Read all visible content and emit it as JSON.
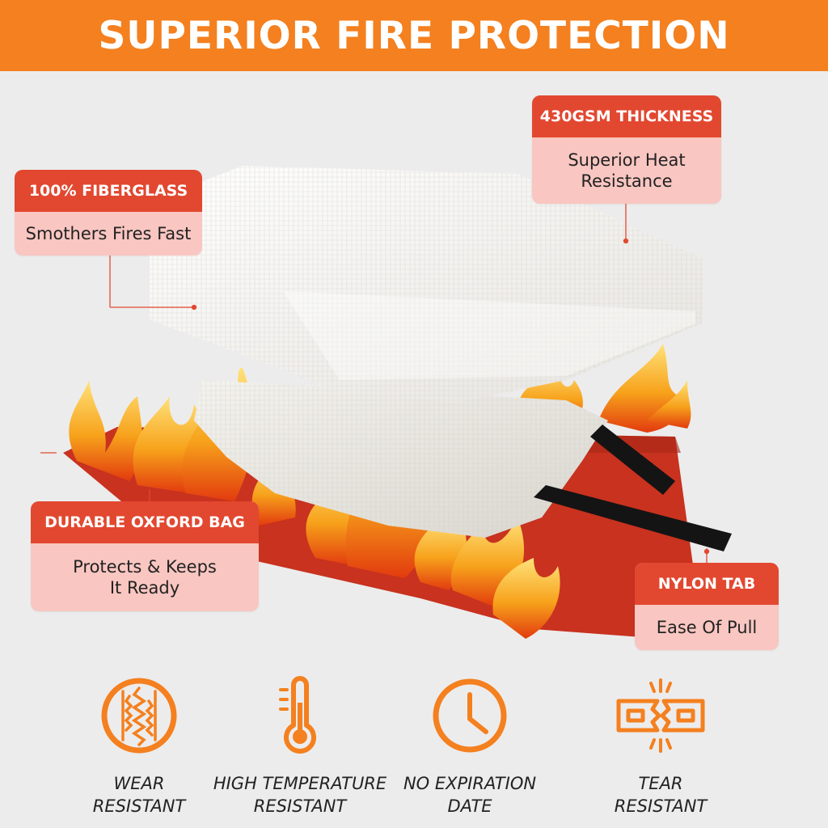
{
  "header": {
    "title": "SUPERIOR FIRE PROTECTION"
  },
  "callouts": {
    "fiberglass": {
      "title": "100% FIBERGLASS",
      "text": "Smothers Fires Fast"
    },
    "thickness": {
      "title": "430GSM THICKNESS",
      "text": "Superior Heat Resistance"
    },
    "oxford": {
      "title": "DURABLE OXFORD BAG",
      "text": "Protects & Keeps It Ready"
    },
    "nylon": {
      "title": "NYLON TAB",
      "text": "Ease Of Pull"
    }
  },
  "features": [
    {
      "icon": "wear-resistant-icon",
      "label": "WEAR\nRESISTANT"
    },
    {
      "icon": "thermometer-icon",
      "label": "HIGH TEMPERATURE\nRESISTANT"
    },
    {
      "icon": "clock-icon",
      "label": "NO EXPIRATION\nDATE"
    },
    {
      "icon": "tear-resistant-icon",
      "label": "TEAR\nRESISTANT"
    }
  ],
  "colors": {
    "brand_orange": "#f4801f",
    "callout_red": "#e24830",
    "callout_pink": "#f9c6c1",
    "bag_red": "#c8321f"
  }
}
